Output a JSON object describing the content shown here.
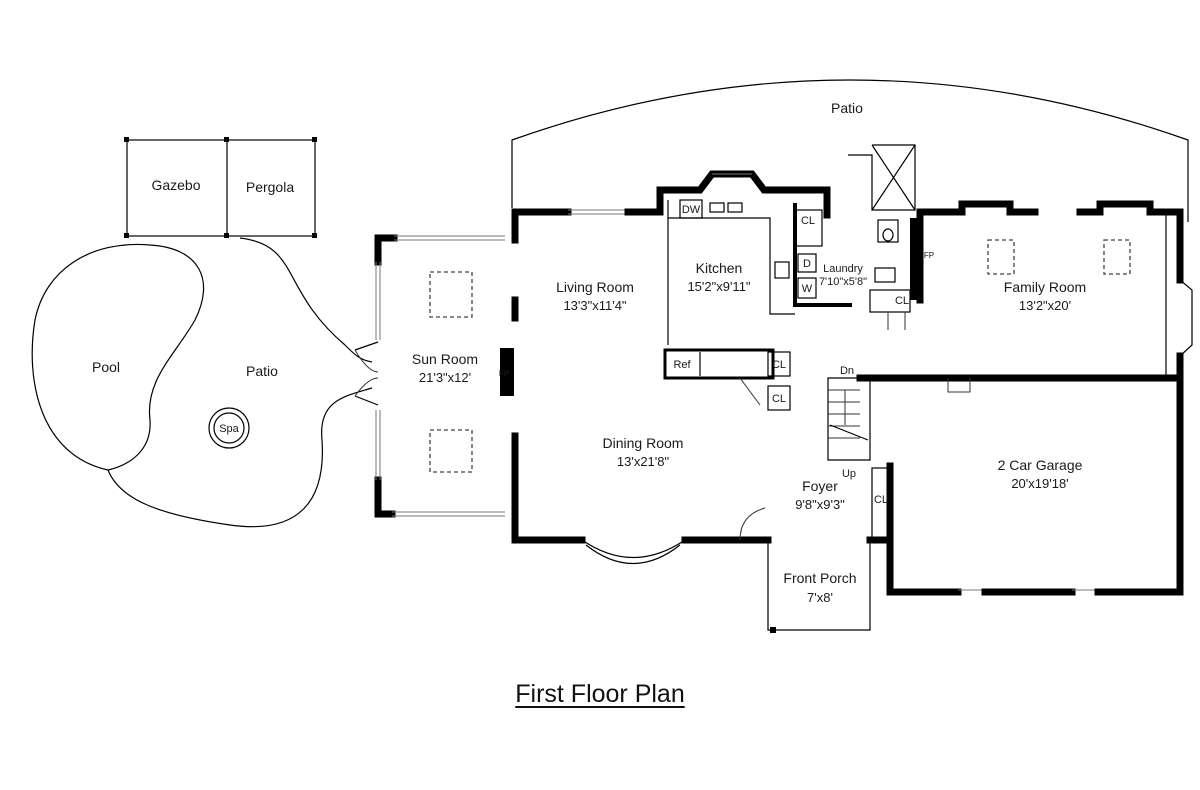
{
  "caption": "First Floor Plan",
  "rooms": {
    "patio_top": {
      "name": "Patio"
    },
    "gazebo": {
      "name": "Gazebo"
    },
    "pergola": {
      "name": "Pergola"
    },
    "pool": {
      "name": "Pool"
    },
    "patio_left": {
      "name": "Patio"
    },
    "spa": {
      "name": "Spa"
    },
    "sun_room": {
      "name": "Sun Room",
      "dims": "21'3\"x12'"
    },
    "living_room": {
      "name": "Living Room",
      "dims": "13'3\"x11'4\""
    },
    "kitchen": {
      "name": "Kitchen",
      "dims": "15'2\"x9'11\""
    },
    "laundry": {
      "name": "Laundry",
      "dims": "7'10\"x5'8\""
    },
    "family_room": {
      "name": "Family Room",
      "dims": "13'2\"x20'"
    },
    "dining_room": {
      "name": "Dining Room",
      "dims": "13'x21'8\""
    },
    "foyer": {
      "name": "Foyer",
      "dims": "9'8\"x9'3\""
    },
    "garage": {
      "name": "2 Car Garage",
      "dims": "20'x19'18'"
    },
    "front_porch": {
      "name": "Front Porch",
      "dims": "7'x8'"
    }
  },
  "fixtures": {
    "dw": "DW",
    "ref": "Ref",
    "dryer": "D",
    "washer": "W",
    "closet": "CL",
    "fireplace": "FP",
    "stair_down": "Dn",
    "stair_up": "Up"
  }
}
